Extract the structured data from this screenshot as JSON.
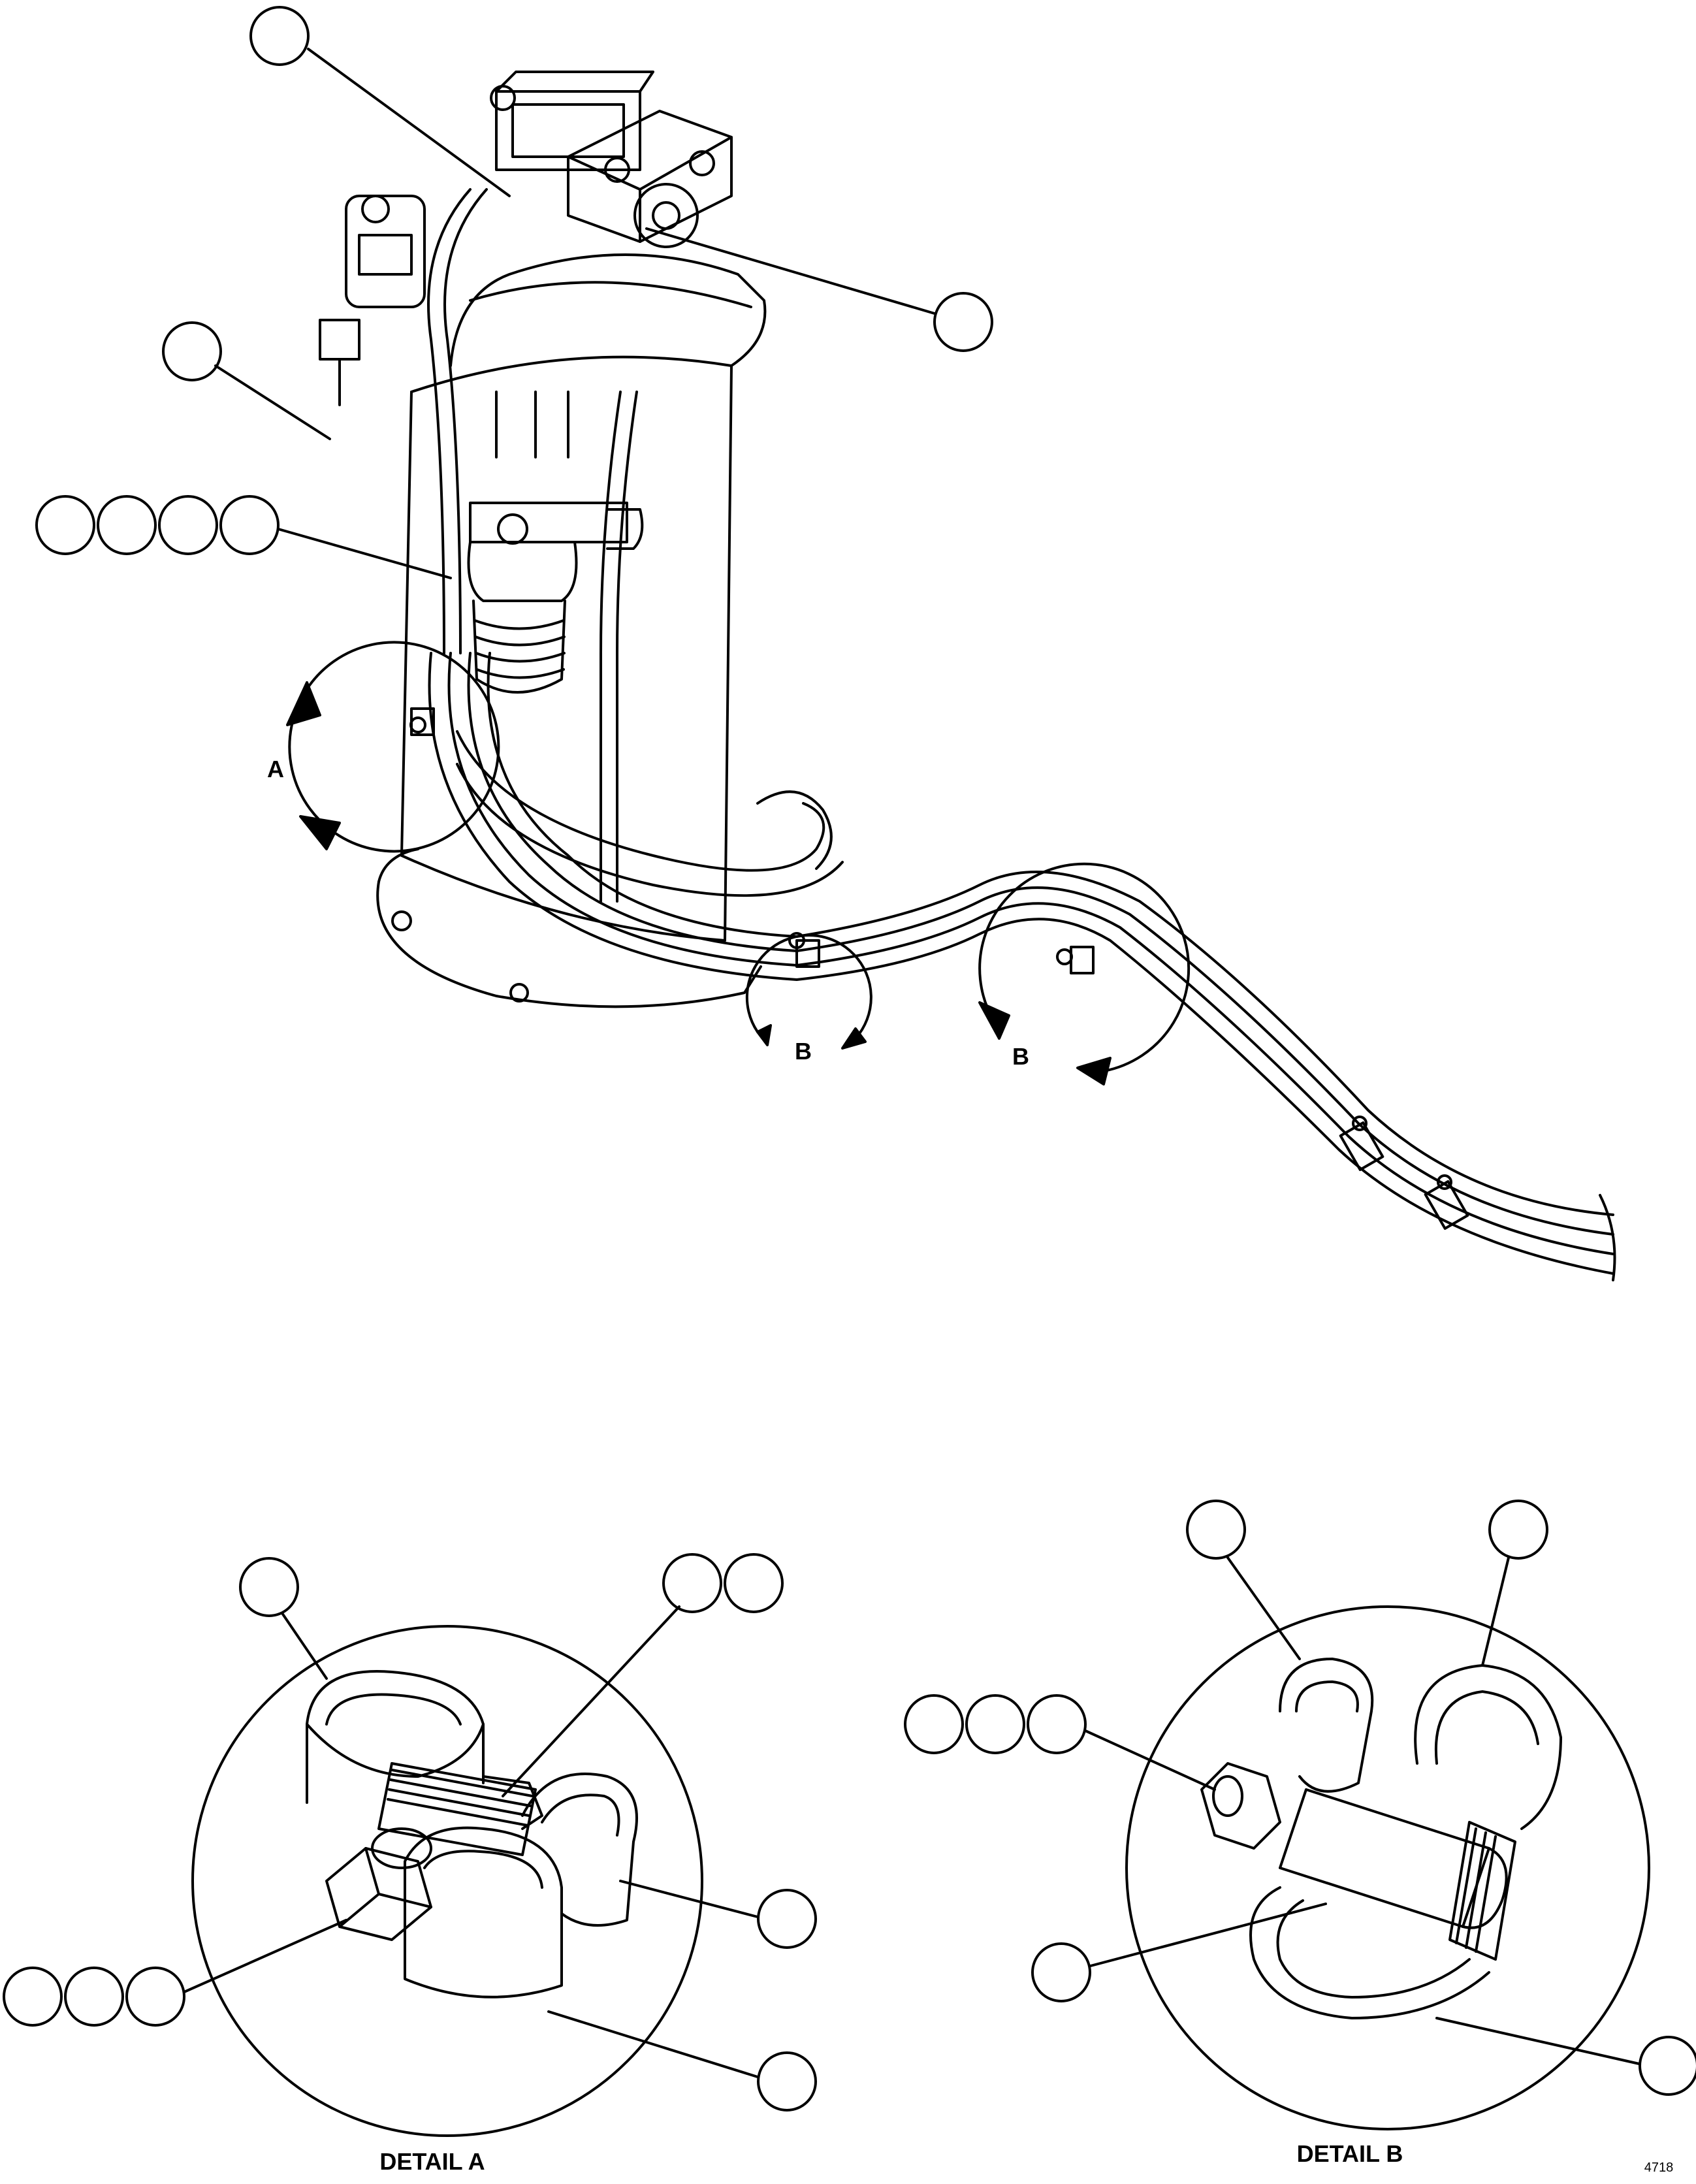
{
  "figure": {
    "view_marker_a": "A",
    "view_marker_b": "B",
    "detail_a_title": "DETAIL A",
    "detail_b_title": "DETAIL B",
    "figure_number": "4718"
  }
}
